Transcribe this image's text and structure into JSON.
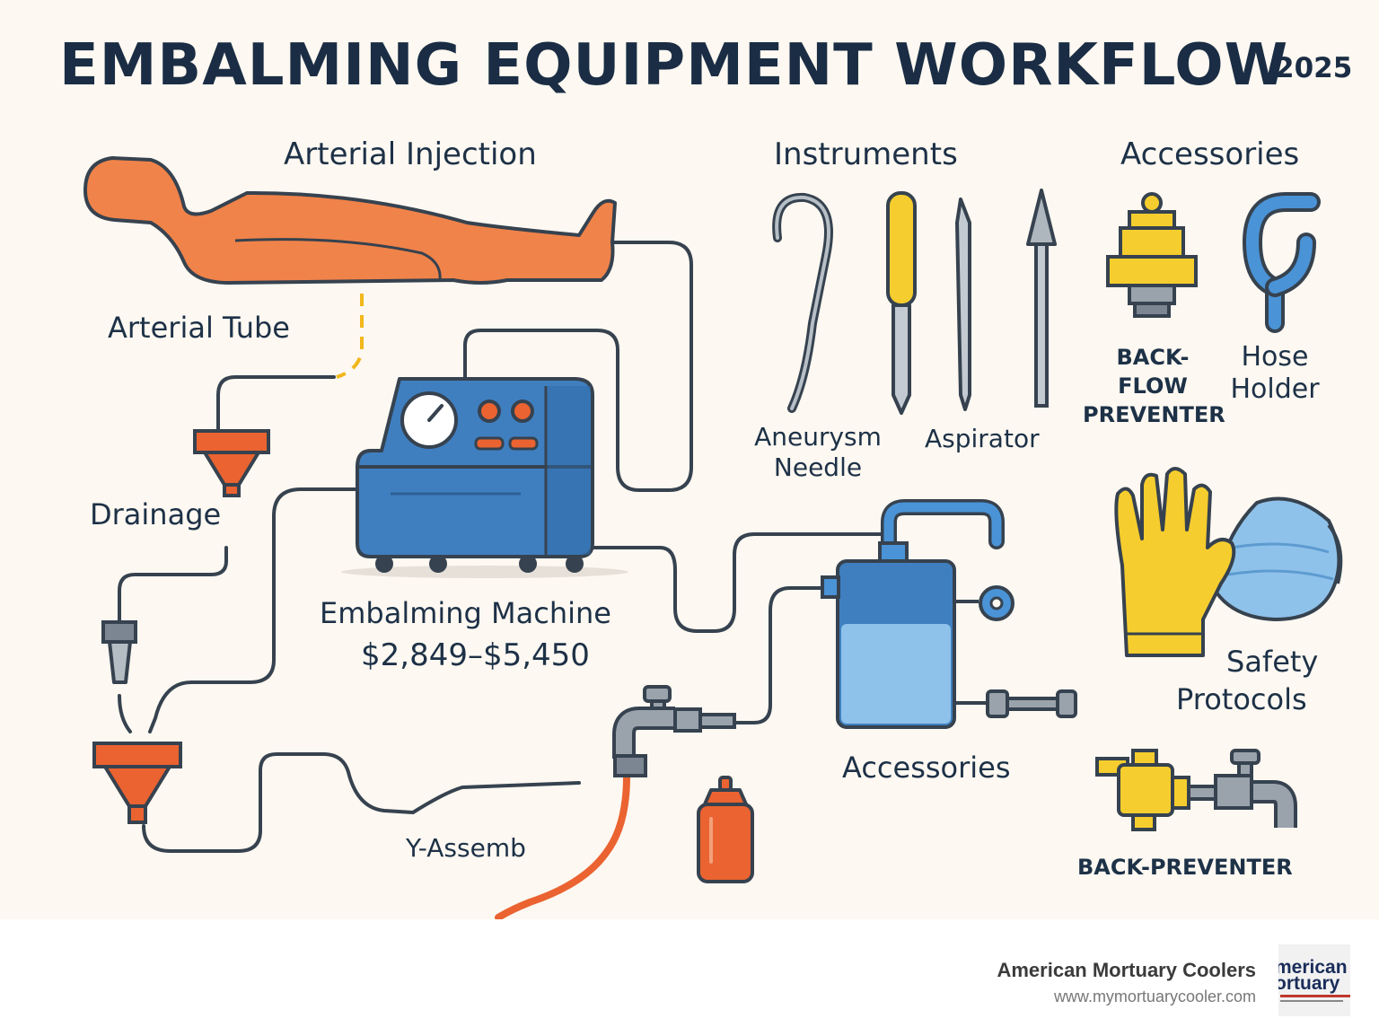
{
  "header": {
    "title": "EMBALMING EQUIPMENT WORKFLOW",
    "year": "2025"
  },
  "sections": {
    "arterial_injection": "Arterial Injection",
    "instruments": "Instruments",
    "accessories_top": "Accessories",
    "accessories_mid": "Accessories",
    "safety_line1": "Safety",
    "safety_line2": "Protocols"
  },
  "labels": {
    "arterial_tube": "Arterial Tube",
    "drainage": "Drainage",
    "machine_name": "Embalming Machine",
    "machine_price": "$2,849–$5,450",
    "aneurysm_line1": "Aneurysm",
    "aneurysm_line2": "Needle",
    "aspirator": "Aspirator",
    "backflow_line1": "BACK-",
    "backflow_line2": "FLOW",
    "backflow_line3": "PREVENTER",
    "hose_line1": "Hose",
    "hose_line2": "Holder",
    "y_assembly": "Y-Assemb",
    "back_preventer": "BACK-PREVENTER"
  },
  "footer": {
    "brand": "American Mortuary Coolers",
    "url": "www.mymortuarycooler.com",
    "logo_line1": "merican",
    "logo_line2": "ortuary"
  },
  "colors": {
    "body_orange": "#f0834a",
    "machine_blue": "#3f7fc0",
    "instrument_yellow": "#f6cd2e",
    "line_dark": "#36424f",
    "funnel_orange": "#ea6330",
    "background": "#fdf8f1"
  }
}
